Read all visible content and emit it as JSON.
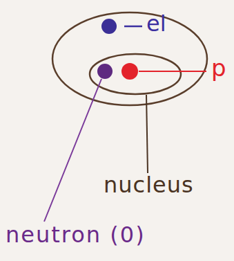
{
  "diagram": {
    "labels": [
      "el",
      "p",
      "nucleus",
      "neutron (0)"
    ]
  }
}
